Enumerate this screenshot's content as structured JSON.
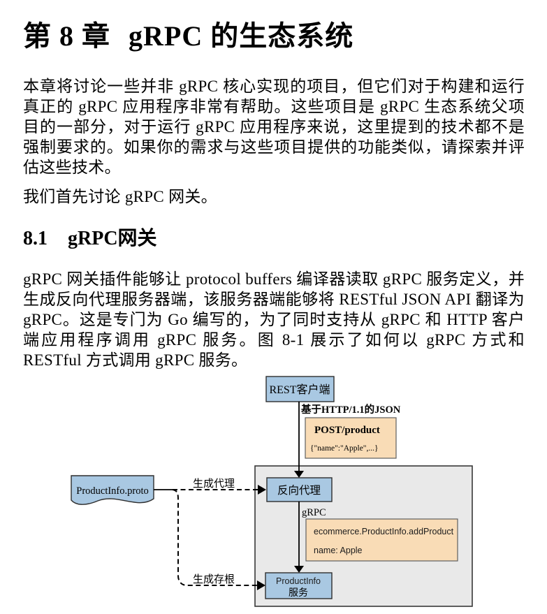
{
  "page": {
    "chapter": {
      "number": "第 8 章",
      "name": "gRPC 的生态系统"
    },
    "paragraphs": [
      "本章将讨论一些并非 gRPC 核心实现的项目，但它们对于构建和运行真正的 gRPC 应用程序非常有帮助。这些项目是 gRPC 生态系统父项目的一部分，对于运行 gRPC 应用程序来说，这里提到的技术都不是强制要求的。如果你的需求与这些项目提供的功能类似，请探索并评估这些技术。",
      "我们首先讨论 gRPC 网关。",
      "gRPC 网关插件能够让 protocol buffers 编译器读取 gRPC 服务定义，并生成反向代理服务器端，该服务器端能够将 RESTful JSON API 翻译为 gRPC。这是专门为 Go 编写的，为了同时支持从 gRPC 和 HTTP 客户端应用程序调用 gRPC 服务。图 8-1 展示了如何以 gRPC 方式和 RESTful 方式调用 gRPC 服务。"
    ],
    "section": {
      "number": "8.1",
      "name": "gRPC网关"
    }
  },
  "diagram": {
    "rest_client_label": "REST客户端",
    "http_json_label": "基于HTTP/1.1的JSON",
    "post_request": {
      "title": "POST/product",
      "body": "{\"name\":\"Apple\",...}"
    },
    "proto_file_label": "ProductInfo.proto",
    "generate_proxy_label": "生成代理",
    "reverse_proxy_label": "反向代理",
    "grpc_label": "gRPC",
    "grpc_request": {
      "method": "ecommerce.ProductInfo.addProduct",
      "payload": "name: Apple"
    },
    "generate_stub_label": "生成存根",
    "service_box": {
      "name": "ProductInfo",
      "label": "服务"
    },
    "colors": {
      "node_blue": "#a9c8e2",
      "message_orange": "#f9dcb6",
      "container_gray": "#e9e9e9"
    }
  }
}
